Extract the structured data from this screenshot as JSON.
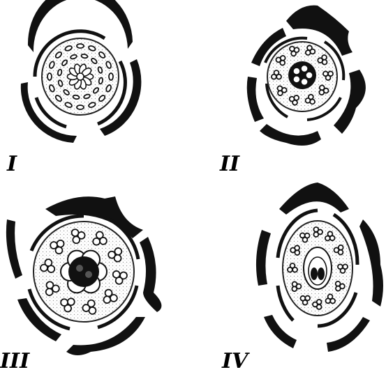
{
  "figure": {
    "labels": [
      "I",
      "II",
      "III",
      "IV"
    ],
    "colors": {
      "ink": "#111111",
      "paper": "#ffffff",
      "stipple": "#9a9a9a"
    }
  }
}
